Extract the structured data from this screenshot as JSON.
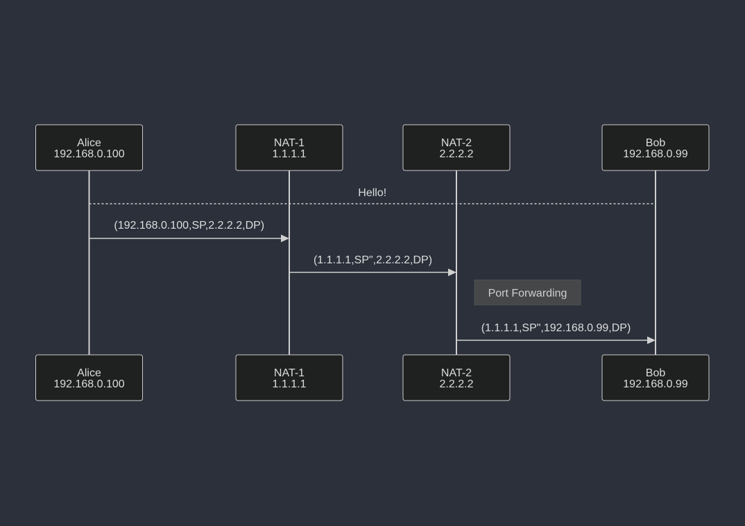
{
  "participants": [
    {
      "name": "Alice",
      "address": "192.168.0.100"
    },
    {
      "name": "NAT-1",
      "address": "1.1.1.1"
    },
    {
      "name": "NAT-2",
      "address": "2.2.2.2"
    },
    {
      "name": "Bob",
      "address": "192.168.0.99"
    }
  ],
  "messages": [
    {
      "from": 0,
      "to": 3,
      "label": "Hello!",
      "style": "dotted",
      "arrow": false
    },
    {
      "from": 0,
      "to": 1,
      "label": "(192.168.0.100,SP,2.2.2.2,DP)",
      "style": "solid",
      "arrow": true
    },
    {
      "from": 1,
      "to": 2,
      "label": "(1.1.1.1,SP\",2.2.2.2,DP)",
      "style": "solid",
      "arrow": true
    },
    {
      "from": 2,
      "to": 3,
      "label": "(1.1.1.1,SP\",192.168.0.99,DP)",
      "style": "solid",
      "arrow": true
    }
  ],
  "note": {
    "text": "Port Forwarding",
    "after_participant": 2
  },
  "colors": {
    "background": "#2b303b",
    "box_fill": "#1f2020",
    "line": "#d0d0d0",
    "note_fill": "#464749"
  }
}
